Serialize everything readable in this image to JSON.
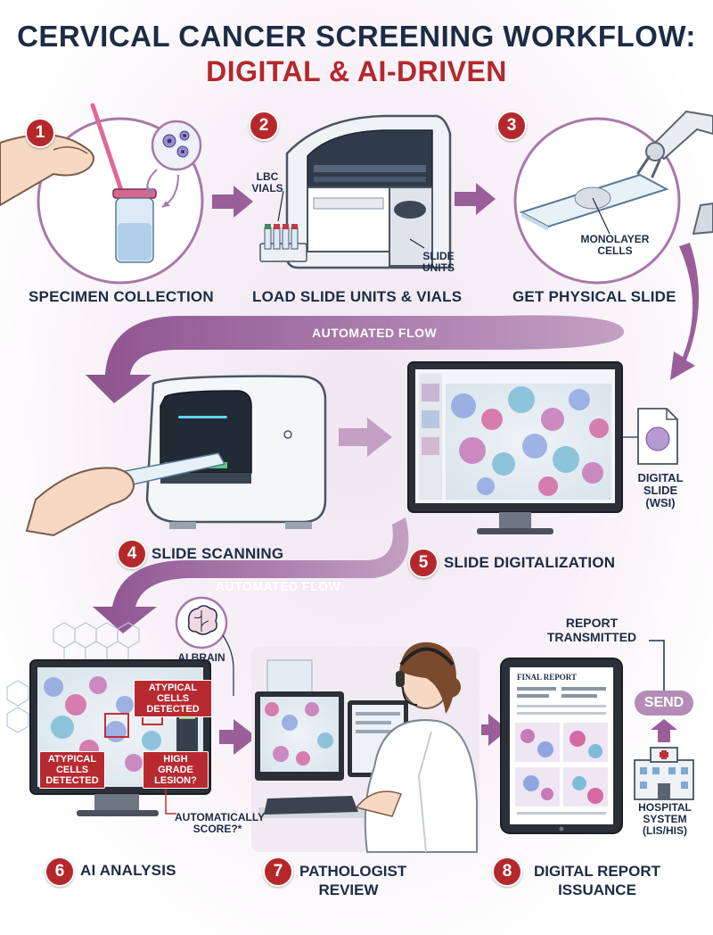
{
  "title": {
    "line1": "CERVICAL CANCER SCREENING WORKFLOW:",
    "line2": "DIGITAL & AI-DRIVEN"
  },
  "steps": [
    {
      "number": "1",
      "label": "SPECIMEN COLLECTION"
    },
    {
      "number": "2",
      "label": "LOAD SLIDE UNITS & VIALS"
    },
    {
      "number": "3",
      "label": "GET PHYSICAL SLIDE"
    },
    {
      "number": "4",
      "label": "SLIDE SCANNING"
    },
    {
      "number": "5",
      "label": "SLIDE DIGITALIZATION"
    },
    {
      "number": "6",
      "label": "AI ANALYSIS"
    },
    {
      "number": "7",
      "label": "PATHOLOGIST REVIEW"
    },
    {
      "number": "8",
      "label": "DIGITAL REPORT ISSUANCE"
    }
  ],
  "flow_labels": {
    "first": "AUTOMATED FLOW",
    "second": "AUTOMATED FLOW"
  },
  "callouts": {
    "lbc_vials": "LBC VIALS",
    "slide_units": "SLIDE UNITS",
    "monolayer_cells": "MONOLAYER CELLS",
    "digital_slide": "DIGITAL SLIDE (WSI)",
    "ai_brain": "AI BRAIN",
    "atypical_cells_top": "ATYPICAL CELLS DETECTED",
    "atypical_cells_left": "ATYPICAL CELLS DETECTED",
    "high_grade": "HIGH GRADE LESION?",
    "automatically_score": "AUTOMATICALLY SCORE?*",
    "report_transmitted": "REPORT TRANSMITTED",
    "send": "SEND",
    "hospital_system": "HOSPITAL SYSTEM (LIS/HIS)",
    "final_report": "FINAL REPORT"
  },
  "colors": {
    "title_dark": "#1c2c45",
    "accent_red": "#b4282c",
    "flow_purple": "#9a5f99",
    "panel_bg": "#f3e9f3"
  }
}
